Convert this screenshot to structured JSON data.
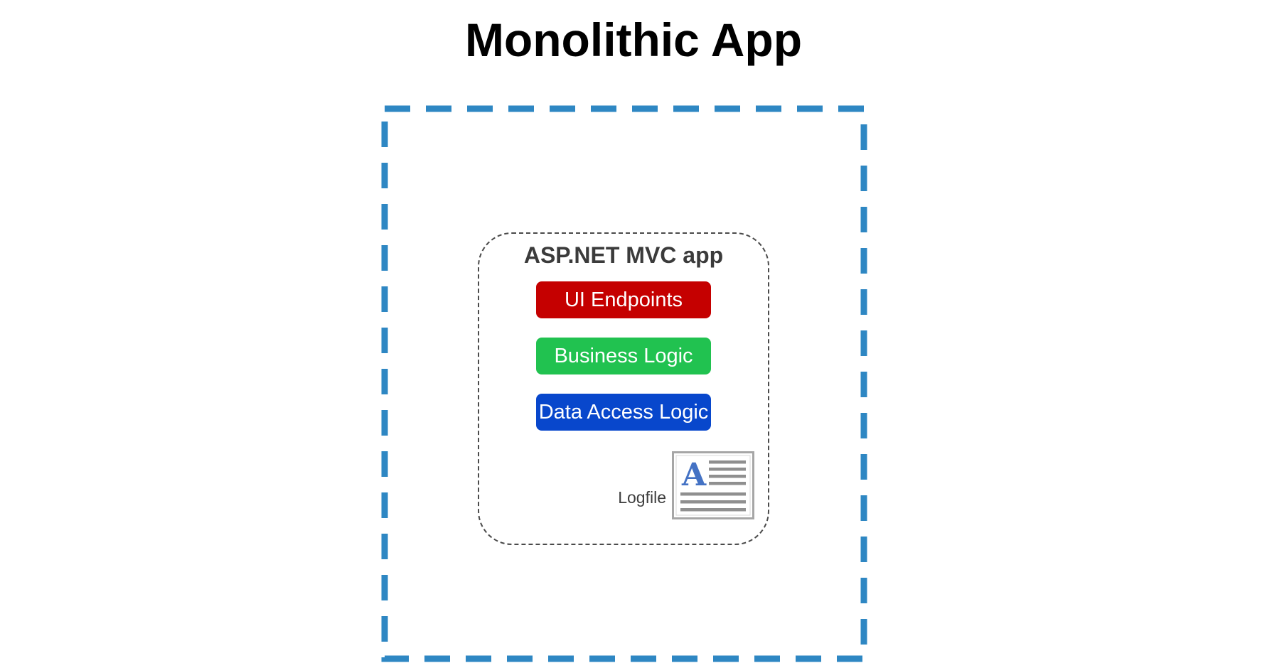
{
  "title": "Monolithic App",
  "diagram": {
    "boundary": {
      "name": "monolith-boundary",
      "border_color": "#2E87C3"
    },
    "app": {
      "label": "ASP.NET MVC app",
      "border_color": "#4a4a4a",
      "layers": [
        {
          "label": "UI Endpoints",
          "color": "#C50000",
          "text_color": "#FFFFFF"
        },
        {
          "label": "Business Logic",
          "color": "#21C250",
          "text_color": "#FFFFFF"
        },
        {
          "label": "Data Access Logic",
          "color": "#0847CC",
          "text_color": "#FFFFFF"
        }
      ],
      "logfile": {
        "label": "Logfile",
        "icon": "document-text-icon",
        "icon_letter": "A",
        "icon_letter_color": "#4472C4",
        "icon_line_color": "#8f8f8f",
        "icon_border_color": "#a6a6a6"
      }
    }
  }
}
